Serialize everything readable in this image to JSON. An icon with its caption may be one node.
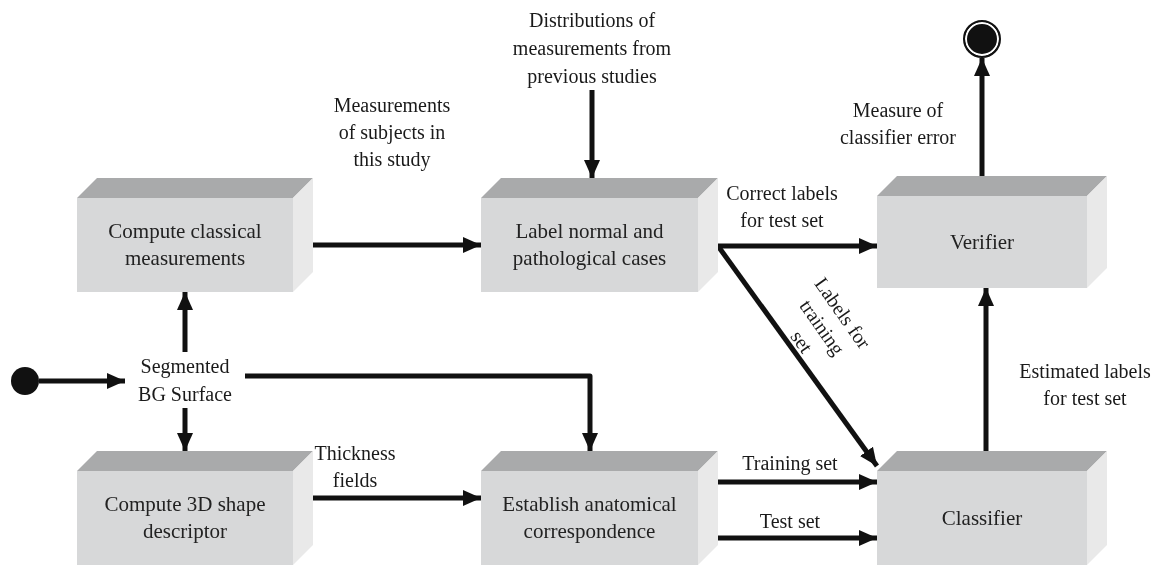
{
  "diagram": {
    "nodes": [
      {
        "text": [
          "Compute classical measurements"
        ]
      },
      {
        "text": [
          "Label normal and pathological cases"
        ]
      },
      {
        "text": [
          "Verifier"
        ]
      },
      {
        "text": [
          "Segmented BG Surface"
        ]
      },
      {
        "text": [
          "Compute 3D shape descriptor"
        ]
      },
      {
        "text": [
          "Establish anatomical correspondence"
        ]
      },
      {
        "text": [
          "Classifier"
        ]
      },
      {
        "text": [],
        "shape": "circle"
      },
      {
        "text": [],
        "shape": "circle"
      },
      {
        "text": [
          "Distributions of measurements from previous studies"
        ]
      }
    ],
    "edges": [
      {
        "from": 7,
        "to": 3,
        "arrow": "to"
      },
      {
        "from": 3,
        "to": 0,
        "arrow": "to"
      },
      {
        "from": 3,
        "to": 4,
        "arrow": "to"
      },
      {
        "from": 3,
        "to": 5,
        "arrow": "to"
      },
      {
        "from": 0,
        "to": 1,
        "arrow": "to",
        "label": "Measurements of subjects in this study"
      },
      {
        "from": 9,
        "to": 1,
        "arrow": "to"
      },
      {
        "from": 1,
        "to": 2,
        "arrow": "to",
        "label": "Correct labels for test set"
      },
      {
        "from": 1,
        "to": 6,
        "arrow": "to",
        "label": "Labels for training set"
      },
      {
        "from": 4,
        "to": 5,
        "arrow": "to",
        "label": "Thickness fields"
      },
      {
        "from": 5,
        "to": 6,
        "arrow": "to",
        "label": "Training set"
      },
      {
        "from": 5,
        "to": 6,
        "arrow": "to",
        "label": "Test set"
      },
      {
        "from": 6,
        "to": 2,
        "arrow": "to",
        "label": "Estimated labels for test set"
      },
      {
        "from": 2,
        "to": 8,
        "arrow": "to",
        "label": "Measure of classifier error"
      }
    ]
  }
}
